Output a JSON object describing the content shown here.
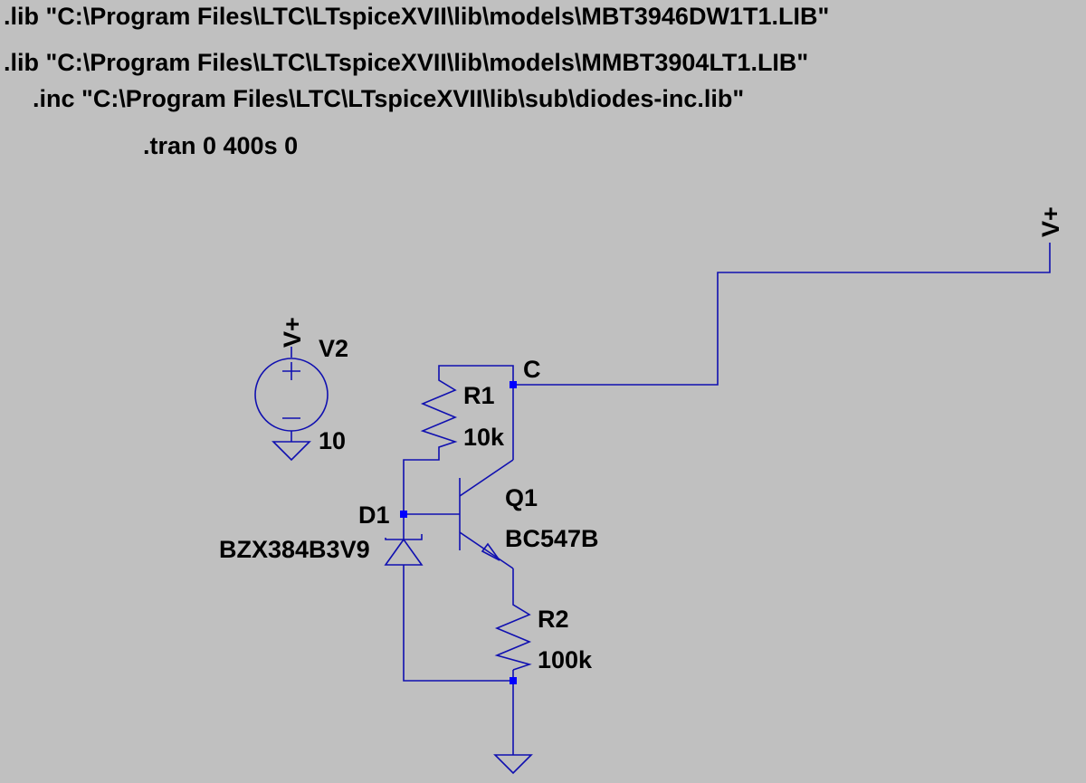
{
  "directives": [
    ".lib \"C:\\Program Files\\LTC\\LTspiceXVII\\lib\\models\\MBT3946DW1T1.LIB\"",
    ".lib \"C:\\Program Files\\LTC\\LTspiceXVII\\lib\\models\\MMBT3904LT1.LIB\"",
    ".inc \"C:\\Program Files\\LTC\\LTspiceXVII\\lib\\sub\\diodes-inc.lib\"",
    ".tran 0 400s 0"
  ],
  "net_labels": {
    "vplus_top": "V+",
    "vplus_source": "V+",
    "collector_node": "C"
  },
  "components": {
    "v2": {
      "name": "V2",
      "value": "10"
    },
    "r1": {
      "name": "R1",
      "value": "10k"
    },
    "r2": {
      "name": "R2",
      "value": "100k"
    },
    "q1": {
      "name": "Q1",
      "value": "BC547B"
    },
    "d1": {
      "name": "D1",
      "value": "BZX384B3V9"
    }
  },
  "colors": {
    "background": "#c0c0c0",
    "wire": "#1010b0",
    "junction": "#0000ff",
    "text": "#000000"
  }
}
